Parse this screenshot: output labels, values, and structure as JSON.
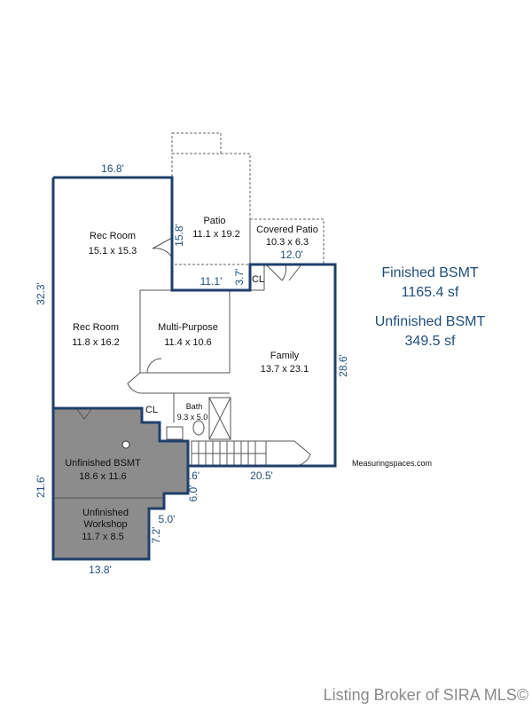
{
  "rooms": {
    "rec_room_upper": {
      "name": "Rec Room",
      "size": "15.1 x 15.3"
    },
    "rec_room_lower": {
      "name": "Rec Room",
      "size": "11.8 x 16.2"
    },
    "patio": {
      "name": "Patio",
      "size": "11.1 x 19.2"
    },
    "covered_patio": {
      "name": "Covered Patio",
      "size": "10.3 x 6.3"
    },
    "closet_top": {
      "name": "CL"
    },
    "multi_purpose": {
      "name": "Multi-Purpose",
      "size": "11.4 x 10.6"
    },
    "family": {
      "name": "Family",
      "size": "13.7 x 23.1"
    },
    "closet_left": {
      "name": "CL"
    },
    "bath": {
      "name": "Bath",
      "size": "9.3 x 5.0"
    },
    "unfinished_bsmt": {
      "name": "Unfinished BSMT",
      "size": "18.6 x 11.6"
    },
    "workshop": {
      "name_line1": "Unfinished",
      "name_line2": "Workshop",
      "size": "11.7 x 8.5"
    }
  },
  "dimensions": {
    "top": "16.8'",
    "left_upper": "32.3'",
    "left_lower": "21.6'",
    "patio_side": "15.8'",
    "patio_bottom": "11.1'",
    "step": "3.7'",
    "covered_bottom": "12.0'",
    "right": "28.6'",
    "bottom_right": "20.5'",
    "notch_small": ".6'",
    "notch_vertical": "6.0'",
    "workshop_notch": "5.0'",
    "workshop_side": "7.2'",
    "bottom_left": "13.8'"
  },
  "summary": {
    "finished_label": "Finished BSMT",
    "finished_area": "1165.4 sf",
    "unfinished_label": "Unfinished BSMT",
    "unfinished_area": "349.5 sf"
  },
  "credit": "Measuringspaces.com",
  "footer": "Listing Broker of SIRA MLS©",
  "colors": {
    "wall": "#1f3f6a",
    "dimension": "#1f4e7a",
    "unfinished_fill": "#8c8c8c",
    "footer": "#8a8a8a"
  }
}
